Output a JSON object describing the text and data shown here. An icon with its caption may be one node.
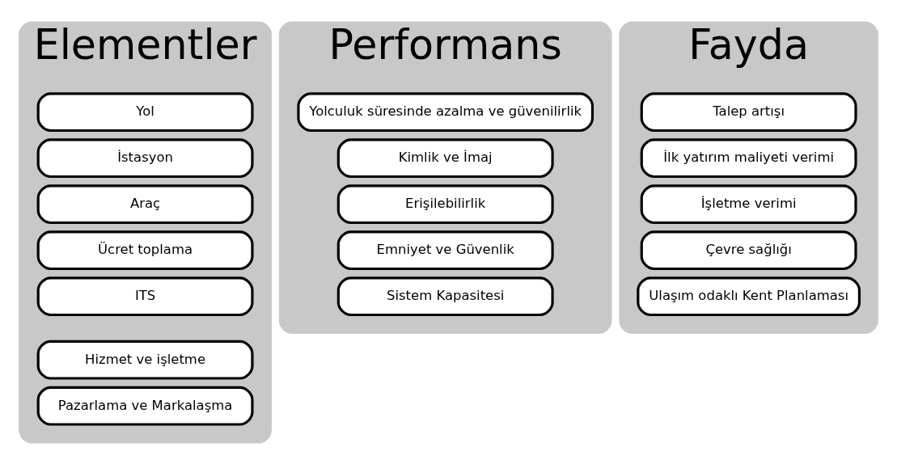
{
  "diagram": {
    "nodes": [
      {
        "text": [
          "Elementler"
        ]
      },
      {
        "text": [
          "Yol"
        ],
        "in": 0
      },
      {
        "text": [
          "İstasyon"
        ],
        "in": 0
      },
      {
        "text": [
          "Araç"
        ],
        "in": 0
      },
      {
        "text": [
          "Ücret toplama"
        ],
        "in": 0
      },
      {
        "text": [
          "ITS"
        ],
        "in": 0
      },
      {
        "text": [
          "Hizmet ve işletme"
        ],
        "in": 0
      },
      {
        "text": [
          "Pazarlama ve Markalaşma"
        ],
        "in": 0
      },
      {
        "text": [
          "Performans"
        ]
      },
      {
        "text": [
          "Yolculuk süresinde azalma ve güvenilirlik"
        ],
        "in": 8
      },
      {
        "text": [
          "Kimlik ve İmaj"
        ],
        "in": 8
      },
      {
        "text": [
          "Erişilebilirlik"
        ],
        "in": 8
      },
      {
        "text": [
          "Emniyet ve Güvenlik"
        ],
        "in": 8
      },
      {
        "text": [
          "Sistem Kapasitesi"
        ],
        "in": 8
      },
      {
        "text": [
          "Fayda"
        ]
      },
      {
        "text": [
          "Talep artışı"
        ],
        "in": 14
      },
      {
        "text": [
          "İlk yatırım maliyeti verimi"
        ],
        "in": 14
      },
      {
        "text": [
          "İşletme verimi"
        ],
        "in": 14
      },
      {
        "text": [
          "Çevre sağlığı"
        ],
        "in": 14
      },
      {
        "text": [
          "Ulaşım odaklı Kent Planlaması"
        ],
        "in": 14
      }
    ],
    "edges": []
  }
}
